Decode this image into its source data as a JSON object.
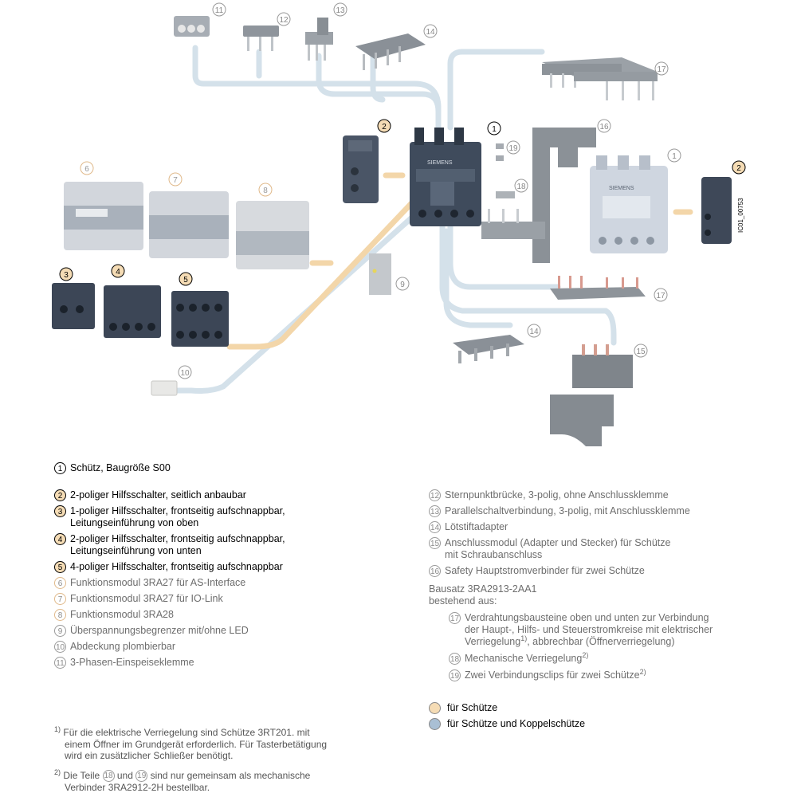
{
  "diagram": {
    "callouts": [
      "1",
      "2",
      "3",
      "4",
      "5",
      "6",
      "7",
      "8",
      "9",
      "10",
      "11",
      "12",
      "13",
      "14",
      "15",
      "16",
      "17",
      "18",
      "19"
    ],
    "brand": "SIEMENS",
    "figure_code": "IC01_00753"
  },
  "legend_left": [
    {
      "n": "1",
      "text": "Schütz, Baugröße S00",
      "style": "plain"
    },
    {
      "n": "2",
      "text": "2-poliger Hilfsschalter, seitlich anbaubar",
      "style": "beige"
    },
    {
      "n": "3",
      "text": "1-poliger Hilfsschalter, frontseitig aufschnappbar,",
      "text2": "Leitungseinführung von oben",
      "style": "beige"
    },
    {
      "n": "4",
      "text": "2-poliger Hilfsschalter, frontseitig aufschnappbar,",
      "text2": "Leitungseinführung von unten",
      "style": "beige"
    },
    {
      "n": "5",
      "text": "4-poliger Hilfsschalter, frontseitig aufschnappbar",
      "style": "beige"
    },
    {
      "n": "6",
      "text": "Funktionsmodul 3RA27 für AS-Interface",
      "style": "grey"
    },
    {
      "n": "7",
      "text": "Funktionsmodul 3RA27 für IO-Link",
      "style": "grey"
    },
    {
      "n": "8",
      "text": "Funktionsmodul 3RA28",
      "style": "grey"
    },
    {
      "n": "9",
      "text": "Überspannungsbegrenzer mit/ohne LED",
      "style": "grey"
    },
    {
      "n": "10",
      "text": "Abdeckung plombierbar",
      "style": "grey"
    },
    {
      "n": "11",
      "text": "3-Phasen-Einspeiseklemme",
      "style": "grey"
    }
  ],
  "legend_right": [
    {
      "n": "12",
      "text": "Sternpunktbrücke, 3-polig, ohne Anschlussklemme"
    },
    {
      "n": "13",
      "text": "Parallelschaltverbindung, 3-polig, mit Anschlussklemme"
    },
    {
      "n": "14",
      "text": "Lötstiftadapter"
    },
    {
      "n": "15",
      "text": "Anschlussmodul (Adapter und Stecker) für Schütze",
      "text2": "mit Schraubanschluss"
    },
    {
      "n": "16",
      "text": "Safety Hauptstromverbinder für zwei Schütze"
    }
  ],
  "kit": {
    "title": "Bausatz 3RA2913-2AA1",
    "subtitle": "bestehend aus:",
    "items": [
      {
        "n": "17",
        "text": "Verdrahtungsbausteine oben und unten zur Verbindung",
        "text2": "der Haupt-, Hilfs- und Steuerstromkreise mit elektrischer",
        "text3": "Verriegelung",
        "sup": "1)",
        "text3b": ", abbrechbar (Öffnerverriegelung)"
      },
      {
        "n": "18",
        "text": "Mechanische Verriegelung",
        "sup": "2)"
      },
      {
        "n": "19",
        "text": "Zwei Verbindungsclips für zwei Schütze",
        "sup": "2)"
      }
    ]
  },
  "color_key": [
    {
      "label": "für Schütze",
      "color": "#f5dcb5"
    },
    {
      "label": "für Schütze und Koppelschütze",
      "color": "#a9bfd4"
    }
  ],
  "footnotes": {
    "f1_mark": "1)",
    "f1_line1": "Für die elektrische Verriegelung sind Schütze 3RT201. mit",
    "f1_line2": "einem Öffner im Grundgerät erforderlich. Für Tasterbetätigung",
    "f1_line3": "wird ein zusätzlicher Schließer benötigt.",
    "f2_mark": "2)",
    "f2_pre": "Die Teile",
    "f2_a": "18",
    "f2_mid": "und",
    "f2_b": "19",
    "f2_post": "sind nur gemeinsam als mechanische",
    "f2_line2": "Verbinder 3RA2912-2H bestellbar."
  }
}
